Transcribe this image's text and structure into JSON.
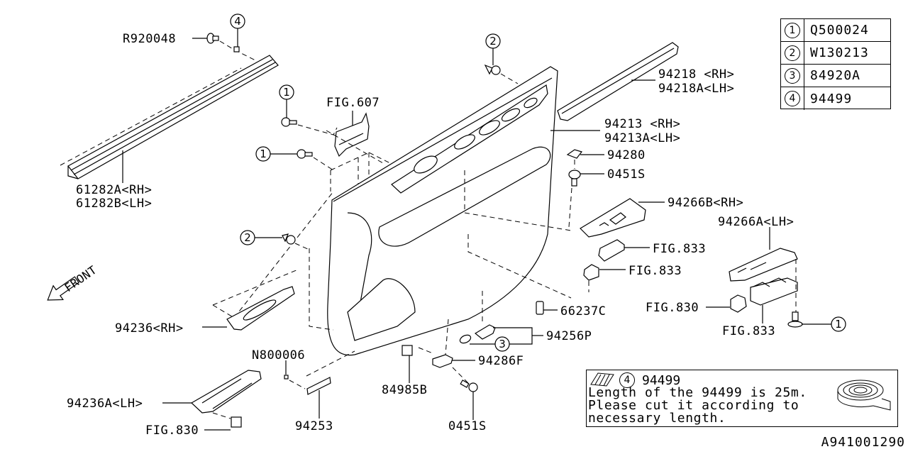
{
  "legend": [
    {
      "num": "1",
      "code": "Q500024"
    },
    {
      "num": "2",
      "code": "W130213"
    },
    {
      "num": "3",
      "code": "84920A"
    },
    {
      "num": "4",
      "code": "94499"
    }
  ],
  "labels": {
    "r920048": "R920048",
    "61282a": "61282A<RH>",
    "61282b": "61282B<LH>",
    "fig607": "FIG.607",
    "94218": "94218 <RH>",
    "94218a": "94218A<LH>",
    "94213": "94213 <RH>",
    "94213a": "94213A<LH>",
    "94280": "94280",
    "0451s_top": "0451S",
    "94266b": "94266B<RH>",
    "94266a": "94266A<LH>",
    "fig833_a": "FIG.833",
    "fig833_b": "FIG.833",
    "fig833_c": "FIG.833",
    "fig830_right": "FIG.830",
    "66237c": "66237C",
    "94256p": "94256P",
    "94286f": "94286F",
    "84985b": "84985B",
    "0451s_bottom": "0451S",
    "94253": "94253",
    "n800006": "N800006",
    "94236": "94236<RH>",
    "94236a": "94236A<LH>",
    "fig830_left": "FIG.830",
    "front": "FRONT"
  },
  "callouts": {
    "c4_top": "4",
    "c2_top": "2",
    "c1_a": "1",
    "c1_b": "1",
    "c2_left": "2",
    "c3": "3",
    "c1_right": "1"
  },
  "note": {
    "num": "4",
    "part": "94499",
    "line1": "Length of the 94499 is 25m.",
    "line2": "Please cut it according to",
    "line3": "necessary length."
  },
  "reference_code": "A941001290"
}
